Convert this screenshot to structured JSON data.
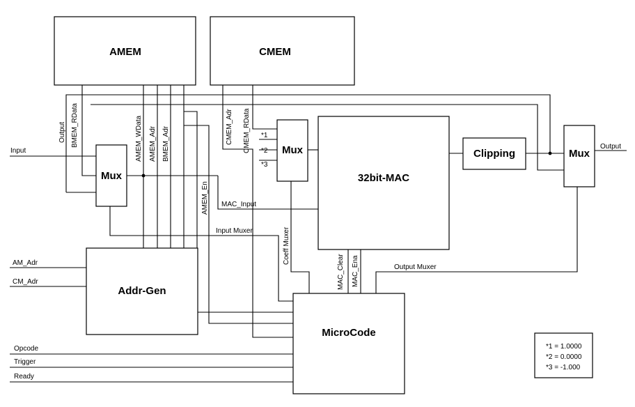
{
  "blocks": {
    "amem": "AMEM",
    "cmem": "CMEM",
    "mux_input": "Mux",
    "mux_coeff": "Mux",
    "mac": "32bit-MAC",
    "clipping": "Clipping",
    "mux_output": "Mux",
    "addr_gen": "Addr-Gen",
    "microcode": "MicroCode"
  },
  "signals": {
    "input": "Input",
    "output_left": "Output",
    "bmem_rdata": "BMEM_RData",
    "amem_wdata": "AMEM_WData",
    "amem_adr": "AMEM_Adr",
    "bmem_adr": "BMEM_Adr",
    "amem_en": "AMEM_En",
    "cmem_adr": "CMEM_Adr",
    "cmem_rdata": "CMEM_RData",
    "c1": "*1",
    "c2": "*2",
    "c3": "*3",
    "mac_input": "MAC_Input",
    "input_muxer": "Input Muxer",
    "coeff_muxer": "Coeff Muxer",
    "mac_clear": "MAC_Clear",
    "mac_ena": "MAC_Ena",
    "output_muxer": "Output Muxer",
    "output_right": "Output",
    "am_adr": "AM_Adr",
    "cm_adr": "CM_Adr",
    "opcode": "Opcode",
    "trigger": "Trigger",
    "ready": "Ready"
  },
  "legend": [
    "*1 = 1.0000",
    "*2 = 0.0000",
    "*3 = -1.000"
  ]
}
